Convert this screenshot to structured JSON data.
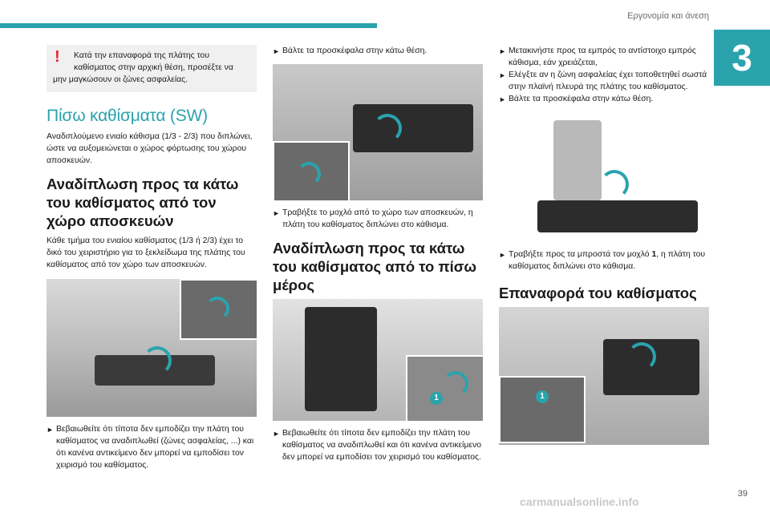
{
  "header": {
    "section_title": "Εργονομία και άνεση",
    "chapter_number": "3",
    "page_number": "39"
  },
  "watermark": "carmanualsonline.info",
  "colors": {
    "accent": "#2aa3ad",
    "warning": "#e3262f"
  },
  "col1": {
    "warning_icon": "exclamation-icon",
    "warning_line1": "Κατά την επαναφορά της πλάτης του καθίσματος στην αρχική θέση, προσέξτε να",
    "warning_line2": "μην μαγκώσουν οι ζώνες ασφαλείας.",
    "section_heading": "Πίσω καθίσματα (SW)",
    "section_intro": "Αναδιπλούμενο ενιαίο κάθισμα (1/3 - 2/3) που διπλώνει, ώστε να αυξομειώνεται ο χώρος φόρτωσης του χώρου αποσκευών.",
    "sub_heading": "Αναδίπλωση προς τα κάτω του καθίσματος από τον χώρο αποσκευών",
    "sub_intro": "Κάθε τμήμα του ενιαίου καθίσματος (1/3 ή 2/3) έχει το δικό του χειριστήριο για το ξεκλείδωμα της πλάτης του καθίσματος από τον χώρο των αποσκευών.",
    "step1": "Βεβαιωθείτε ότι τίποτα δεν εμποδίζει την πλάτη του καθίσματος να αναδιπλωθεί (ζώνες ασφαλείας, ...) και ότι κανένα αντικείμενο δεν μπορεί να εμποδίσει τον χειρισμό του καθίσματος."
  },
  "col2": {
    "step1": "Βάλτε τα προσκέφαλα στην κάτω θέση.",
    "step2": "Τραβήξτε το μοχλό από το χώρο των αποσκευών, η πλάτη του καθίσματος διπλώνει στο κάθισμα.",
    "heading": "Αναδίπλωση προς τα κάτω του καθίσματος από το πίσω μέρος",
    "badge": "1",
    "step3": "Βεβαιωθείτε ότι τίποτα δεν εμποδίζει την πλάτη του καθίσματος να αναδιπλωθεί και ότι κανένα αντικείμενο δεν μπορεί να εμποδίσει τον χειρισμό του καθίσματος."
  },
  "col3": {
    "step1": "Μετακινήστε προς τα εμπρός το αντίστοιχο εμπρός κάθισμα, εάν χρειάζεται,",
    "step2": "Ελέγξτε αν η ζώνη ασφαλείας έχει τοποθετηθεί σωστά στην πλαϊνή πλευρά της πλάτης του καθίσματος.",
    "step3": "Βάλτε τα προσκέφαλα στην κάτω θέση.",
    "step4_pre": "Τραβήξτε προς τα μπροστά τον μοχλό ",
    "step4_bold": "1",
    "step4_post": ", η πλάτη του καθίσματος διπλώνει στο κάθισμα.",
    "heading": "Επαναφορά του καθίσματος",
    "badge": "1"
  },
  "step_marker": "►"
}
